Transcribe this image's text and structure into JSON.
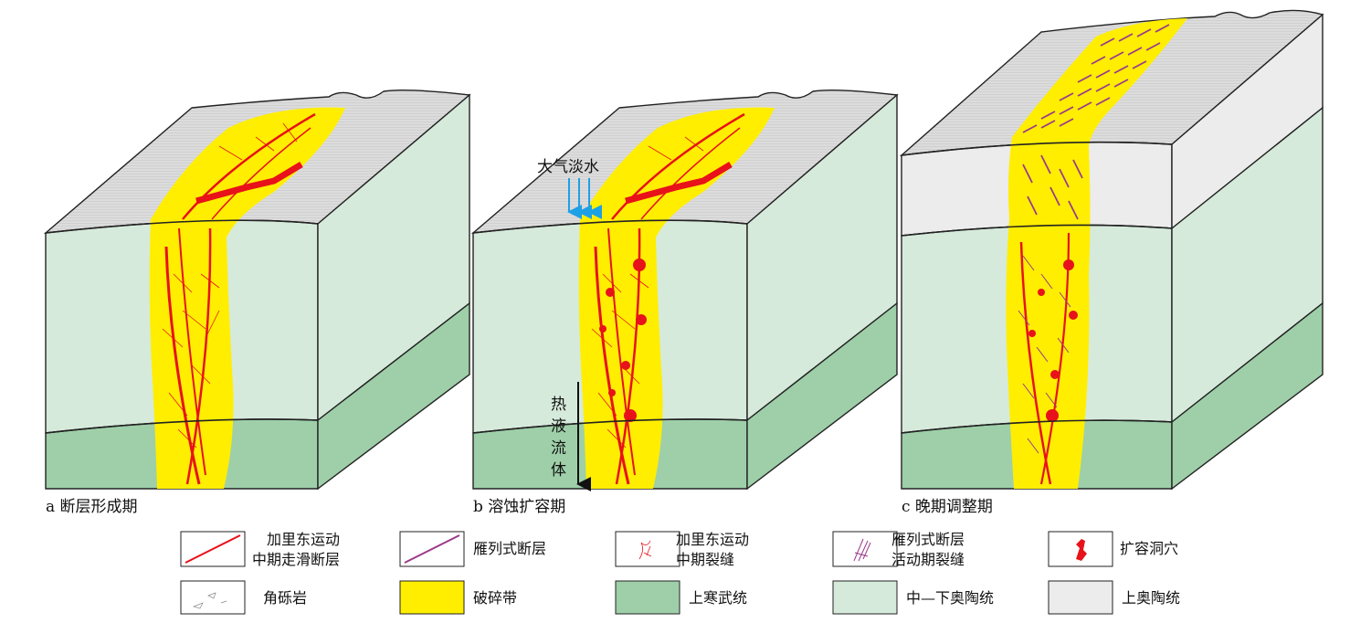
{
  "panels": [
    {
      "caption": "a 断层形成期"
    },
    {
      "caption": "b 溶蚀扩容期",
      "label_top": "大气淡水",
      "label_bottom": [
        "热",
        "液",
        "流",
        "体"
      ]
    },
    {
      "caption": "c 晚期调整期"
    }
  ],
  "legend": [
    {
      "line1": "加里东运动",
      "line2": "中期走滑断层"
    },
    {
      "line1": "雁列式断层",
      "line2": ""
    },
    {
      "line1": "加里东运动",
      "line2": "中期裂缝"
    },
    {
      "line1": "雁列式断层",
      "line2": "活动期裂缝"
    },
    {
      "line1": "扩容洞穴",
      "line2": ""
    },
    {
      "line1": "角砾岩",
      "line2": ""
    },
    {
      "line1": "破碎带",
      "line2": ""
    },
    {
      "line1": "上寒武统",
      "line2": ""
    },
    {
      "line1": "中—下奥陶统",
      "line2": ""
    },
    {
      "line1": "上奥陶统",
      "line2": ""
    }
  ],
  "colors": {
    "yellow": "#ffee00",
    "red": "#e8121a",
    "purple": "#9b3a8a",
    "light_green": "#d6eadb",
    "dark_green": "#9ecfa9",
    "grey_top": "#d8d8d8",
    "light_grey": "#ececec",
    "blue_arrow": "#1ea0e6"
  }
}
